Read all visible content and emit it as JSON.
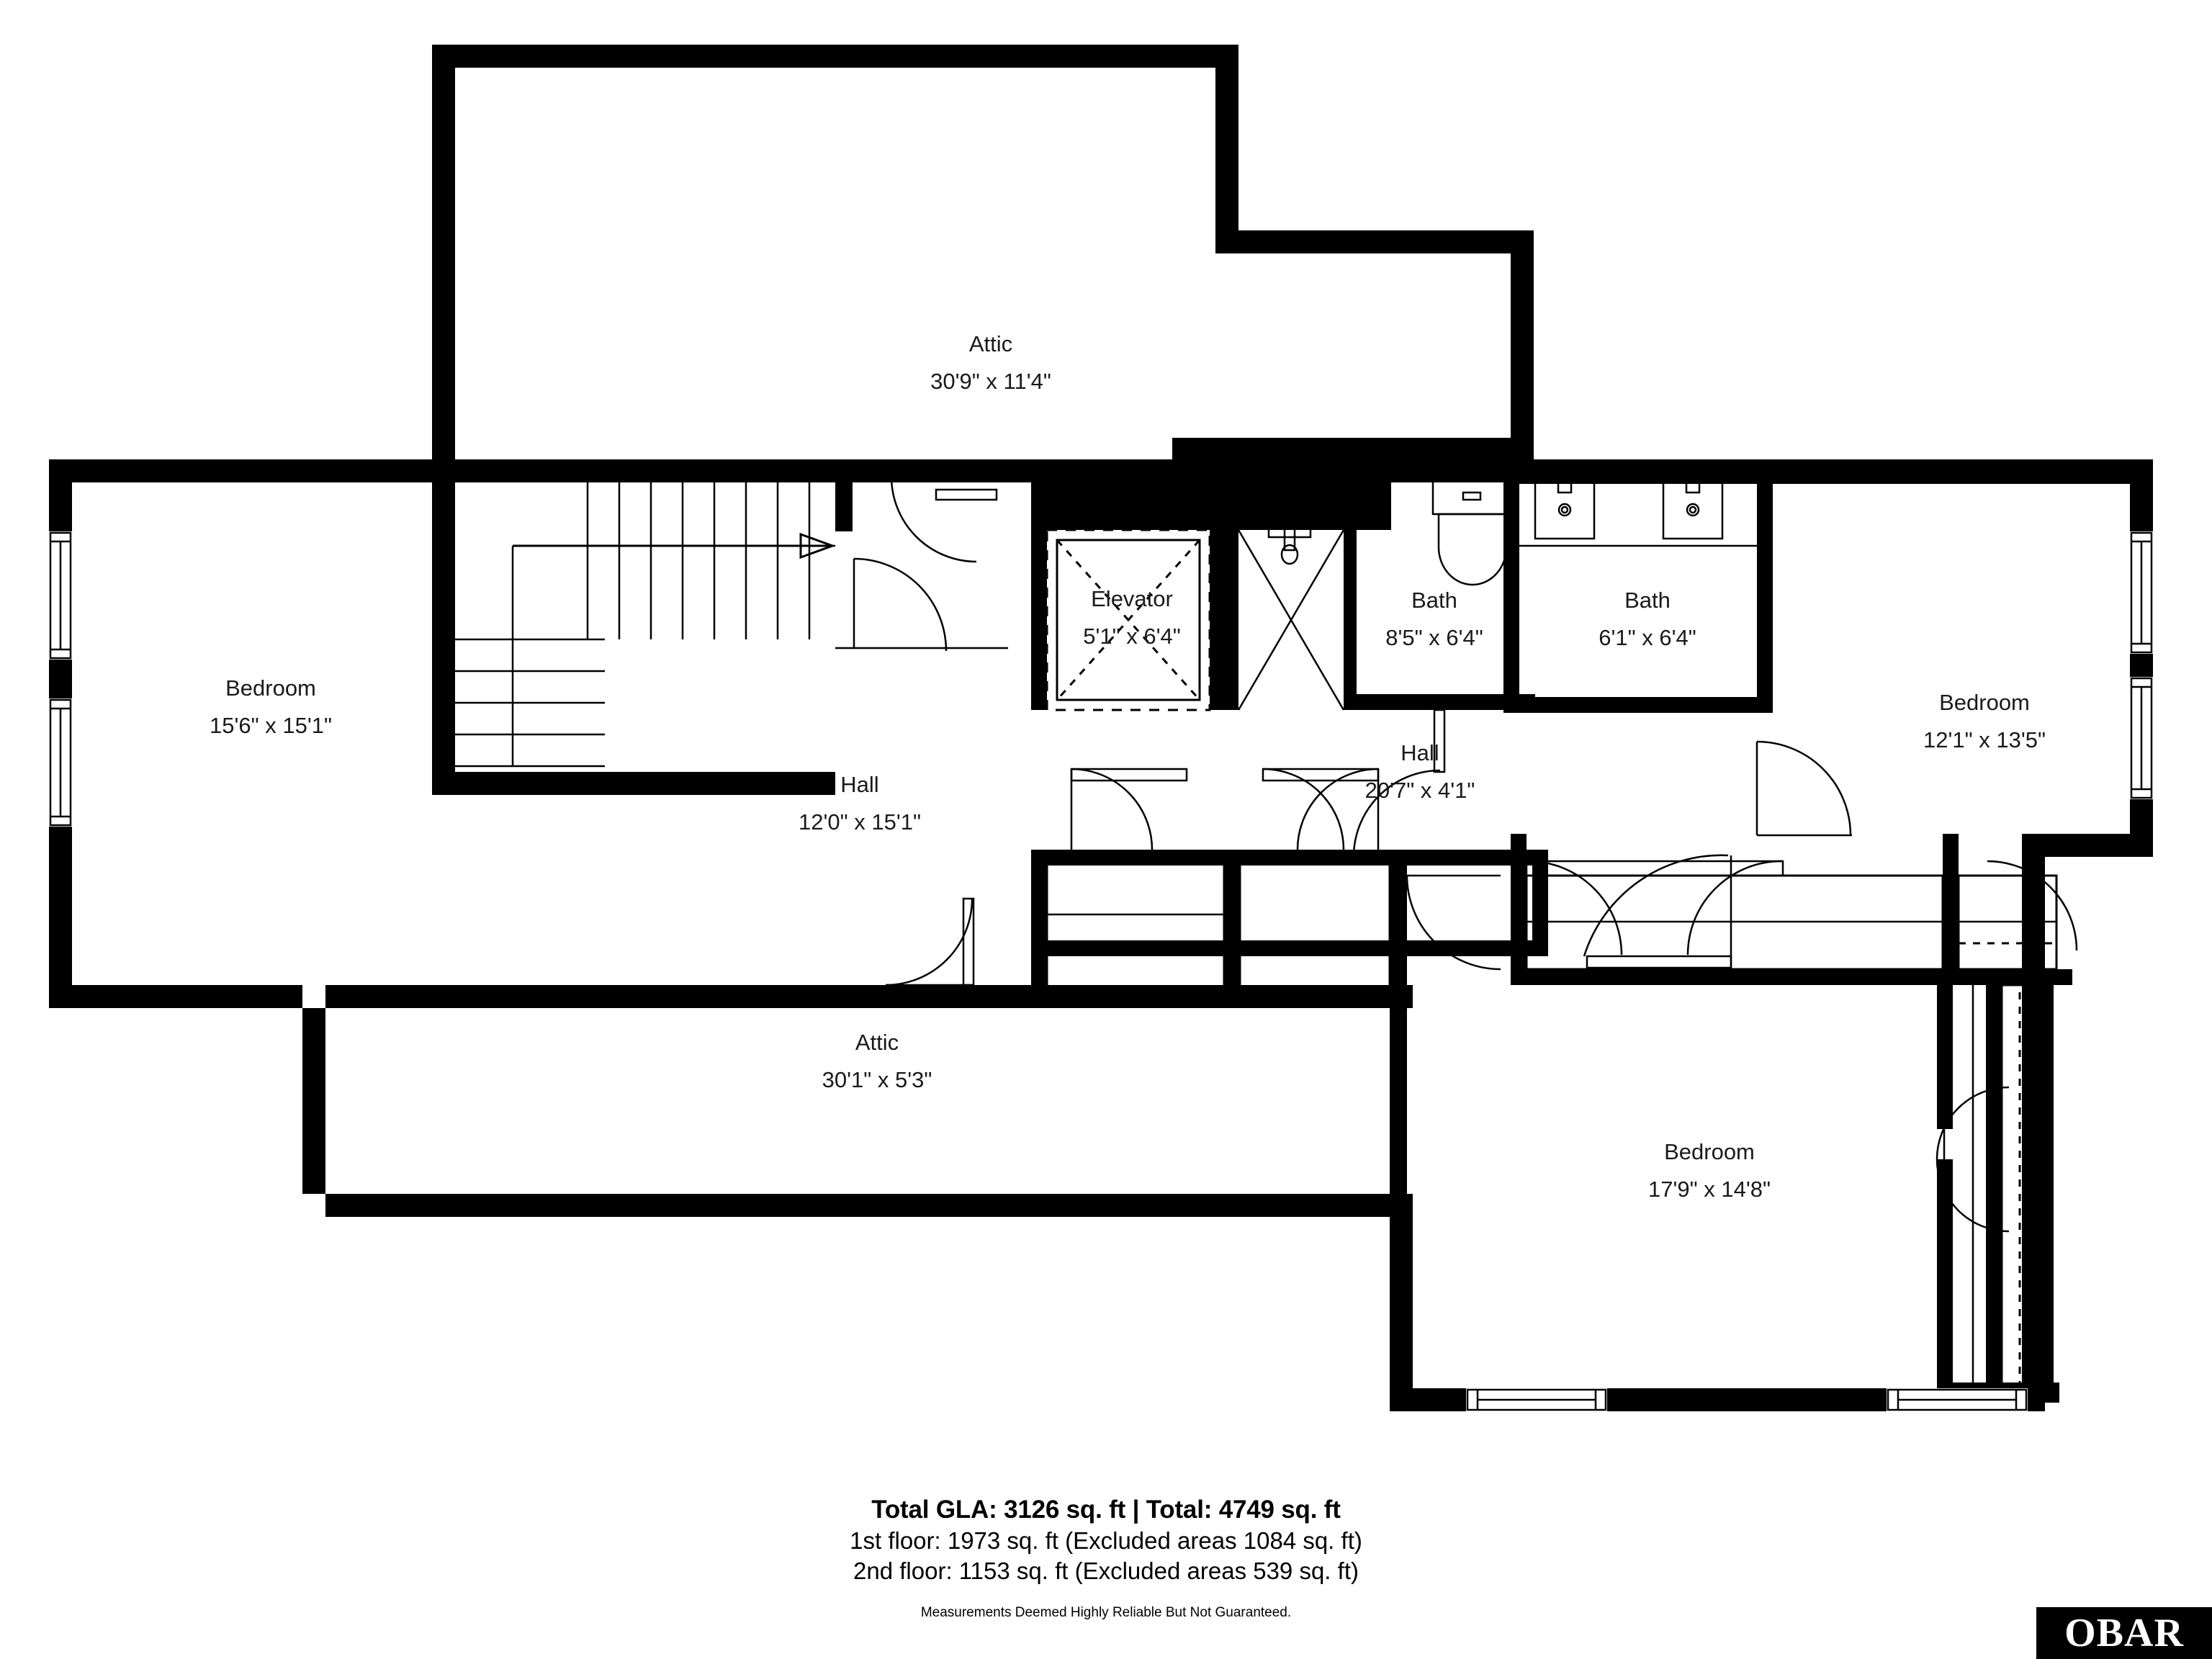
{
  "document": {
    "type": "floor-plan",
    "level": "2nd floor"
  },
  "rooms": [
    {
      "id": "attic-upper",
      "name": "Attic",
      "dimensions": "30'9\" x 11'4\""
    },
    {
      "id": "bedroom-left",
      "name": "Bedroom",
      "dimensions": "15'6\" x 15'1\""
    },
    {
      "id": "elevator",
      "name": "Elevator",
      "dimensions": "5'1\" x 6'4\""
    },
    {
      "id": "bath-left",
      "name": "Bath",
      "dimensions": "8'5\" x 6'4\""
    },
    {
      "id": "bath-right",
      "name": "Bath",
      "dimensions": "6'1\" x 6'4\""
    },
    {
      "id": "bedroom-right",
      "name": "Bedroom",
      "dimensions": "12'1\" x 13'5\""
    },
    {
      "id": "hall-main",
      "name": "Hall",
      "dimensions": "12'0\" x 15'1\""
    },
    {
      "id": "hall-corridor",
      "name": "Hall",
      "dimensions": "20'7\" x 4'1\""
    },
    {
      "id": "attic-lower",
      "name": "Attic",
      "dimensions": "30'1\" x 5'3\""
    },
    {
      "id": "bedroom-bottom",
      "name": "Bedroom",
      "dimensions": "17'9\" x 14'8\""
    }
  ],
  "footer": {
    "gla_line": "Total GLA: 3126 sq. ft | Total: 4749 sq. ft",
    "floor_1": "1st floor: 1973 sq. ft (Excluded areas 1084 sq. ft)",
    "floor_2": "2nd floor: 1153 sq. ft (Excluded areas 539 sq. ft)",
    "disclaimer": "Measurements Deemed Highly Reliable But Not Guaranteed."
  },
  "branding": {
    "logo_text": "OBAR"
  },
  "colors": {
    "wall": "#000000",
    "background": "#ffffff",
    "text": "#1a1a1a",
    "logo_background": "#000000",
    "logo_text": "#ffffff"
  },
  "fixtures": [
    {
      "name": "staircase",
      "note": "L-shaped with direction arrow"
    },
    {
      "name": "elevator-shaft",
      "note": "dashed diagonals"
    },
    {
      "name": "shower-stall",
      "note": "X cross with shower head"
    },
    {
      "name": "toilet"
    },
    {
      "name": "sink",
      "count": 2
    },
    {
      "name": "closet-double-door",
      "count": 3
    },
    {
      "name": "door-swing",
      "count": 7
    },
    {
      "name": "window",
      "count": 6
    }
  ]
}
